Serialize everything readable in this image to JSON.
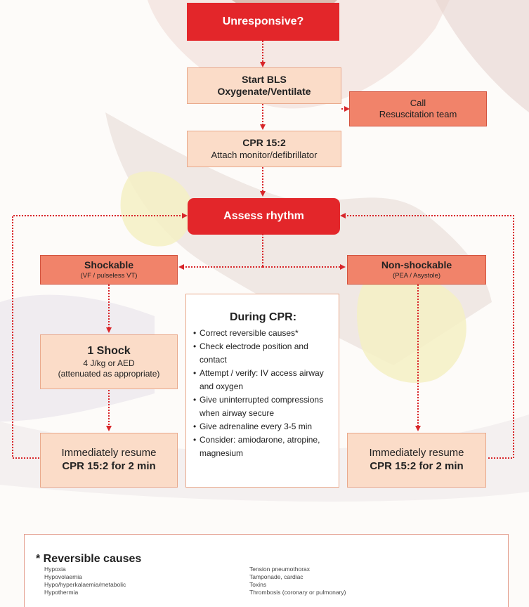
{
  "steps": {
    "unresponsive": "Unresponsive?",
    "start_bls_1": "Start BLS",
    "start_bls_2": "Oxygenate/Ventilate",
    "call_1": "Call",
    "call_2": "Resuscitation team",
    "cpr_1": "CPR 15:2",
    "cpr_2": "Attach monitor/defibrillator",
    "assess": "Assess rhythm"
  },
  "shockable": {
    "title": "Shockable",
    "sub": "(VF / pulseless VT)",
    "shock_title": "1 Shock",
    "shock_line1": "4 J/kg or AED",
    "shock_line2": "(attenuated as appropriate)",
    "resume_1": "Immediately resume",
    "resume_2": "CPR 15:2 for 2 min"
  },
  "nonshockable": {
    "title": "Non-shockable",
    "sub": "(PEA / Asystole)",
    "resume_1": "Immediately resume",
    "resume_2": "CPR 15:2 for 2 min"
  },
  "during_cpr": {
    "title": "During CPR:",
    "items": [
      "Correct reversible causes*",
      "Check electrode position and contact",
      "Attempt / verify: IV access airway and oxygen",
      "Give uninterrupted compressions when airway secure",
      "Give adrenaline every 3-5 min",
      "Consider: amiodarone, atropine, magnesium"
    ]
  },
  "causes": {
    "title": "* Reversible causes",
    "left": [
      "Hypoxia",
      "Hypovolaemia",
      "Hypo/hyperkalaemia/metabolic",
      "Hypothermia"
    ],
    "right": [
      "Tension pneumothorax",
      "Tamponade, cardiac",
      "Toxins",
      "Thrombosis (coronary or pulmonary)"
    ]
  },
  "colors": {
    "red": "#e3262a",
    "orange": "#f1836a",
    "peach": "#fbdcc8",
    "arrow": "#d8262a"
  }
}
